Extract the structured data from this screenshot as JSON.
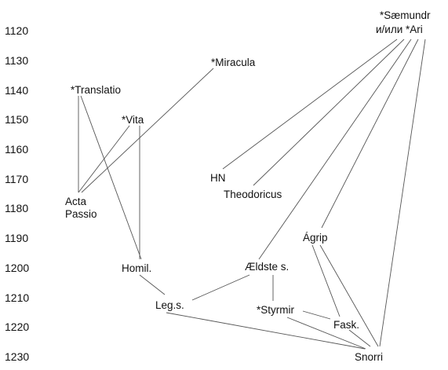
{
  "diagram": {
    "years": [
      "1120",
      "1130",
      "1140",
      "1150",
      "1160",
      "1170",
      "1180",
      "1190",
      "1200",
      "1210",
      "1220",
      "1230"
    ],
    "nodes": {
      "saemundr_line1": "*Sæmundr",
      "saemundr_line2": "и/или *Ari",
      "miracula": "*Miracula",
      "translatio": "*Translatio",
      "vita": "*Vita",
      "hn": "HN",
      "theodoricus": "Theodoricus",
      "acta_line1": "Acta",
      "acta_line2": "Passio",
      "agrip": "Ágrip",
      "homil": "Homil.",
      "aeldste": "Ældste s.",
      "legs": "Leg.s.",
      "styrmir": "*Styrmir",
      "fask": "Fask.",
      "snorri": "Snorri"
    }
  }
}
